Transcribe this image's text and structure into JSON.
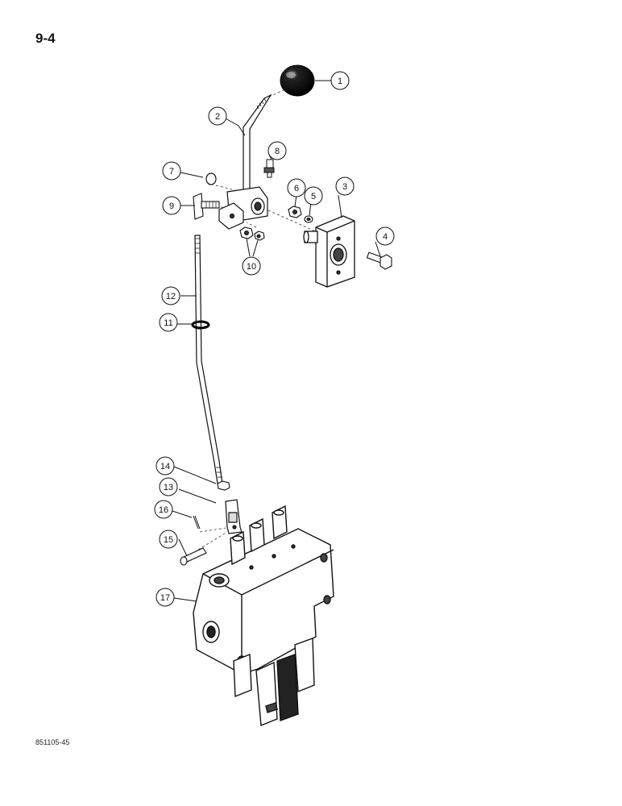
{
  "page_number": "9-4",
  "figure_code": "851105-45",
  "callouts": [
    {
      "id": "1",
      "label": "1"
    },
    {
      "id": "2",
      "label": "2"
    },
    {
      "id": "3",
      "label": "3"
    },
    {
      "id": "4",
      "label": "4"
    },
    {
      "id": "5",
      "label": "5"
    },
    {
      "id": "6",
      "label": "6"
    },
    {
      "id": "7",
      "label": "7"
    },
    {
      "id": "8",
      "label": "8"
    },
    {
      "id": "9",
      "label": "9"
    },
    {
      "id": "10",
      "label": "10"
    },
    {
      "id": "11",
      "label": "11"
    },
    {
      "id": "12",
      "label": "12"
    },
    {
      "id": "13",
      "label": "13"
    },
    {
      "id": "14",
      "label": "14"
    },
    {
      "id": "15",
      "label": "15"
    },
    {
      "id": "16",
      "label": "16"
    },
    {
      "id": "17",
      "label": "17"
    }
  ]
}
